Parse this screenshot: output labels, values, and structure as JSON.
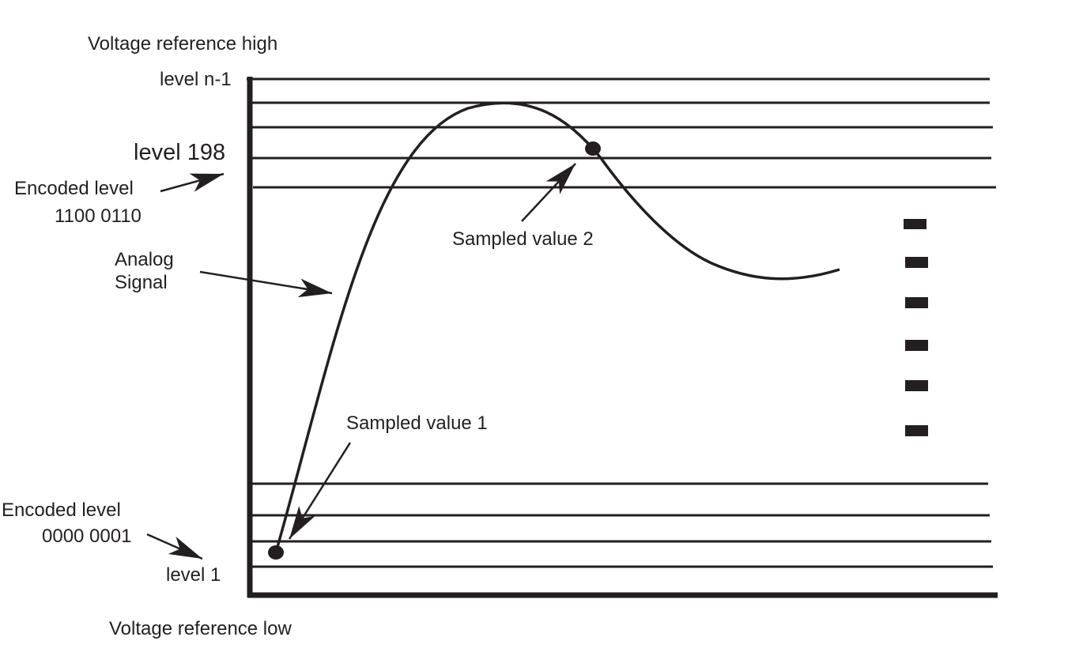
{
  "diagram": {
    "labels": {
      "vref_high": "Voltage reference high",
      "vref_low": "Voltage reference low",
      "level_top": "level n-1",
      "level_198": "level 198",
      "level_1": "level 1",
      "encoded_high_title": "Encoded level",
      "encoded_high_code": "1100 0110",
      "encoded_low_title": "Encoded level",
      "encoded_low_code": "0000 0001",
      "analog_line1": "Analog",
      "analog_line2": "Signal",
      "sample_1": "Sampled value 1",
      "sample_2": "Sampled value 2"
    },
    "colors": {
      "ink": "#231f20",
      "background": "#ffffff"
    },
    "continuation_marks": 6
  }
}
